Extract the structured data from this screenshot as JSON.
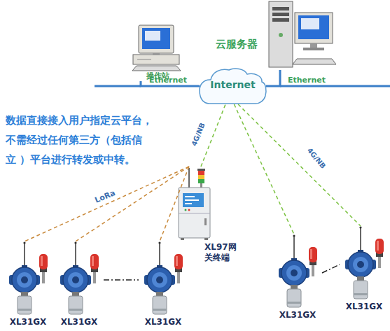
{
  "diagram": {
    "nodes": [
      {
        "text": [
          "操作站"
        ]
      },
      {
        "text": [
          "云服务器"
        ]
      },
      {
        "text": [
          "Internet"
        ]
      },
      {
        "text": [
          "XL97网 关终端"
        ]
      },
      {
        "text": [
          "XL31GX"
        ]
      },
      {
        "text": [
          "XL31GX"
        ]
      },
      {
        "text": [
          "XL31GX"
        ]
      },
      {
        "text": [
          "XL31GX"
        ]
      },
      {
        "text": [
          "XL31GX"
        ]
      }
    ],
    "edges": [
      {
        "from": 0,
        "to": 2,
        "arrow": "none",
        "label": "Ethernet"
      },
      {
        "from": 2,
        "to": 1,
        "arrow": "none",
        "label": "Ethernet"
      },
      {
        "from": 3,
        "to": 2,
        "arrow": "none",
        "label": "4G/NB"
      },
      {
        "from": 3,
        "to": 4,
        "arrow": "none",
        "label": "LoRa"
      },
      {
        "from": 3,
        "to": 5,
        "arrow": "none"
      },
      {
        "from": 3,
        "to": 6,
        "arrow": "none"
      },
      {
        "from": 2,
        "to": 7,
        "arrow": "none"
      },
      {
        "from": 2,
        "to": 8,
        "arrow": "none",
        "label": "4G/NB"
      },
      {
        "from": 5,
        "to": 6,
        "arrow": "none"
      },
      {
        "from": 7,
        "to": 8,
        "arrow": "none"
      }
    ],
    "labels": [
      "数据直接接入用户指定云平台， 不需经过任何第三方（包括信 立 ）平台进行转发或中转。"
    ]
  }
}
